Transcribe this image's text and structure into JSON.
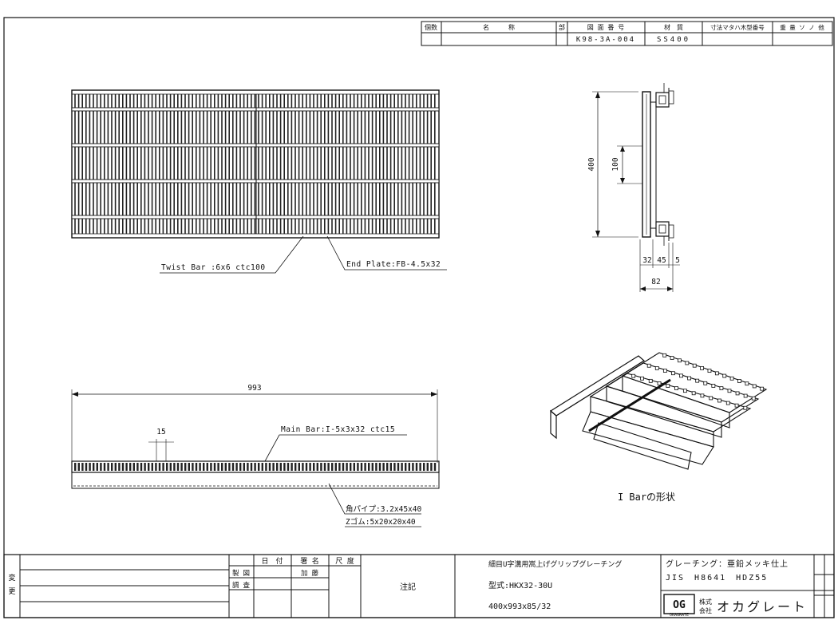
{
  "title_block": {
    "headers": [
      "個数",
      "名　　　称",
      "部",
      "図 面 番 号",
      "材　質",
      "寸法マタハ木型番号",
      "重 量 ソ ノ 他"
    ],
    "drawing_no": "K98-3A-004",
    "material": "SS400"
  },
  "plan_view": {
    "twist_bar_label": "Twist Bar :6x6 ctc100",
    "end_plate_label": "End Plate:FB-4.5x32"
  },
  "side_view": {
    "height_dim": "400",
    "inner_dim": "100",
    "dim_a": "32",
    "dim_b": "45",
    "dim_c": "5",
    "total_width": "82"
  },
  "elevation_view": {
    "length_dim": "993",
    "pitch_dim": "15",
    "main_bar_label": "Main Bar:I-5x3x32 ctc15",
    "pipe_label": "角パイプ:3.2x45x40",
    "rubber_label": "Zゴム:5x20x20x40"
  },
  "iso_view": {
    "caption": "I Barの形状"
  },
  "bottom_block": {
    "kaihen": [
      "変",
      "更"
    ],
    "date_header": "日　付",
    "sign_header": "署 名",
    "scale_header": "尺 度",
    "row_seizu": "製 図",
    "row_chosa": "調 査",
    "row_kato": "加 藤",
    "notes_label": "注記",
    "product_name": "細目U字溝用嵩上げグリップグレーチング",
    "model": "型式:HKX32-30U",
    "dimensions": "400x993x85/32",
    "finish": "グレーチング：亜鉛メッキ仕上",
    "jis": "JIS　H8641　HDZ55",
    "logo_text": "OG",
    "logo_sub": "OKAGRATE",
    "company_prefix_top": "株式",
    "company_prefix_bottom": "会社",
    "company_name": "オカグレート"
  }
}
